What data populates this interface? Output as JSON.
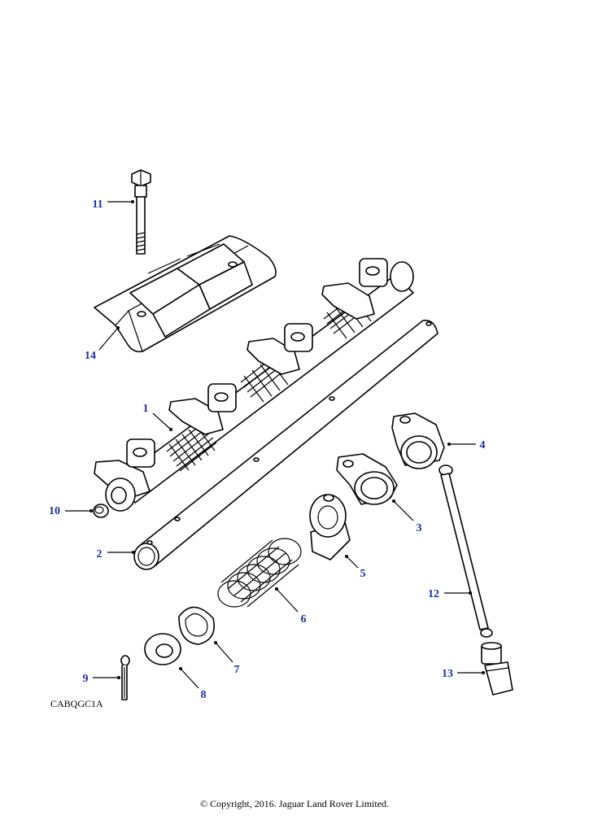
{
  "diagram": {
    "code": "CABQGC1A",
    "copyright": "© Copyright, 2016. Jaguar Land Rover Limited.",
    "callouts": [
      "1",
      "2",
      "3",
      "4",
      "5",
      "6",
      "7",
      "8",
      "9",
      "10",
      "11",
      "12",
      "13",
      "14"
    ]
  },
  "colors": {
    "callout": "#1a2fa8",
    "line": "#000000",
    "background": "#ffffff"
  }
}
